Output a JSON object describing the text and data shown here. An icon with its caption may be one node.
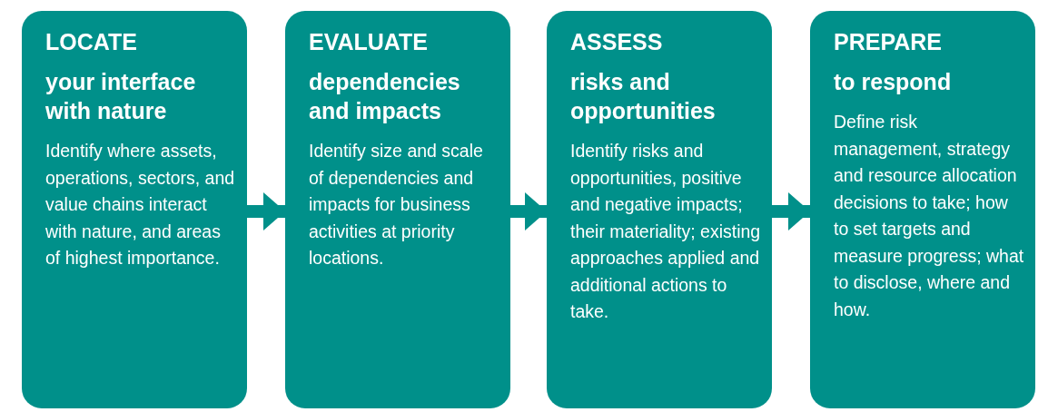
{
  "diagram": {
    "nodes": [
      {
        "text": [
          "LOCATE",
          "your interface with nature",
          "Identify where assets, operations, sectors, and value chains interact with nature, and areas of highest importance."
        ]
      },
      {
        "text": [
          "EVALUATE",
          "dependencies and impacts",
          "Identify size and scale of dependencies and impacts for business activities at priority locations."
        ]
      },
      {
        "text": [
          "ASSESS",
          "risks and opportunities",
          "Identify risks and opportunities, positive and negative impacts; their materiality; existing approaches applied and additional actions to take."
        ]
      },
      {
        "text": [
          "PREPARE",
          "to respond",
          "Define risk management, strategy and resource allocation decisions to take; how to set targets and measure progress; what to disclose, where and how."
        ]
      }
    ],
    "edges": [
      {
        "from": 0,
        "to": 1,
        "arrow": "to"
      },
      {
        "from": 1,
        "to": 2,
        "arrow": "to"
      },
      {
        "from": 2,
        "to": 3,
        "arrow": "to"
      }
    ]
  }
}
